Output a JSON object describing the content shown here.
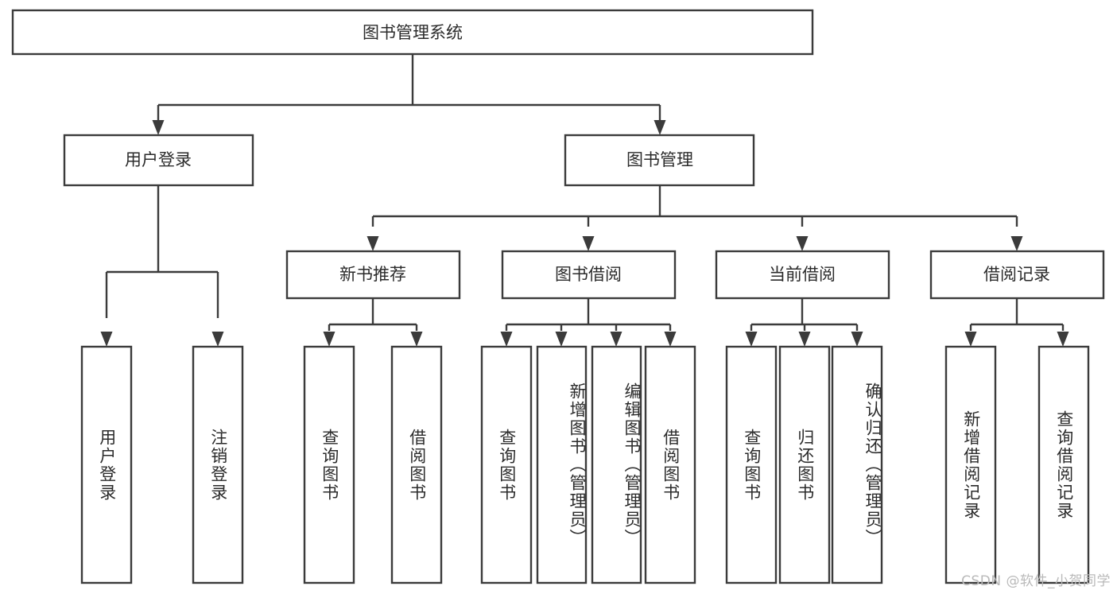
{
  "diagram": {
    "title": "图书管理系统",
    "type": "tree-hierarchy",
    "watermark": "CSDN @软件_小贺同学",
    "colors": {
      "stroke": "#3b3b3b",
      "fill": "#ffffff",
      "text": "#2b2b2b",
      "watermark": "#b9b9b9"
    },
    "root": {
      "label": "图书管理系统",
      "orientation": "horizontal"
    },
    "level2": [
      {
        "label": "用户登录",
        "orientation": "horizontal"
      },
      {
        "label": "图书管理",
        "orientation": "horizontal"
      }
    ],
    "level3": [
      {
        "label": "新书推荐",
        "orientation": "horizontal",
        "parent": "图书管理"
      },
      {
        "label": "图书借阅",
        "orientation": "horizontal",
        "parent": "图书管理"
      },
      {
        "label": "当前借阅",
        "orientation": "horizontal",
        "parent": "图书管理"
      },
      {
        "label": "借阅记录",
        "orientation": "horizontal",
        "parent": "图书管理"
      }
    ],
    "leaves": [
      {
        "label": "用户登录",
        "parent": "用户登录",
        "orientation": "vertical"
      },
      {
        "label": "注销登录",
        "parent": "用户登录",
        "orientation": "vertical"
      },
      {
        "label": "查询图书",
        "parent": "新书推荐",
        "orientation": "vertical"
      },
      {
        "label": "借阅图书",
        "parent": "新书推荐",
        "orientation": "vertical"
      },
      {
        "label": "查询图书",
        "parent": "图书借阅",
        "orientation": "vertical"
      },
      {
        "label": "新增图书（管理员）",
        "parent": "图书借阅",
        "orientation": "vertical"
      },
      {
        "label": "编辑图书（管理员）",
        "parent": "图书借阅",
        "orientation": "vertical"
      },
      {
        "label": "借阅图书",
        "parent": "图书借阅",
        "orientation": "vertical"
      },
      {
        "label": "查询图书",
        "parent": "当前借阅",
        "orientation": "vertical"
      },
      {
        "label": "归还图书",
        "parent": "当前借阅",
        "orientation": "vertical"
      },
      {
        "label": "确认归还（管理员）",
        "parent": "当前借阅",
        "orientation": "vertical"
      },
      {
        "label": "新增借阅记录",
        "parent": "借阅记录",
        "orientation": "vertical"
      },
      {
        "label": "查询借阅记录",
        "parent": "借阅记录",
        "orientation": "vertical"
      }
    ]
  }
}
